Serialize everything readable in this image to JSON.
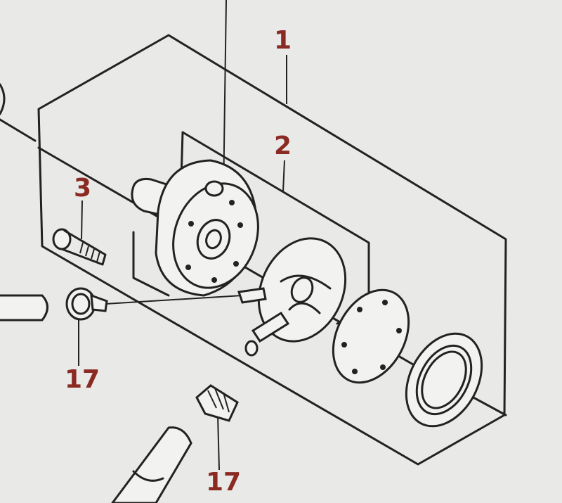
{
  "callouts": {
    "part_1": "1",
    "part_2": "2",
    "part_3": "3",
    "part_17_upper": "17",
    "part_17_lower": "17"
  },
  "colors": {
    "background": "#e9e9e7",
    "line": "#222222",
    "callout_dark": "#202020",
    "callout_red": "#8a2a22"
  }
}
